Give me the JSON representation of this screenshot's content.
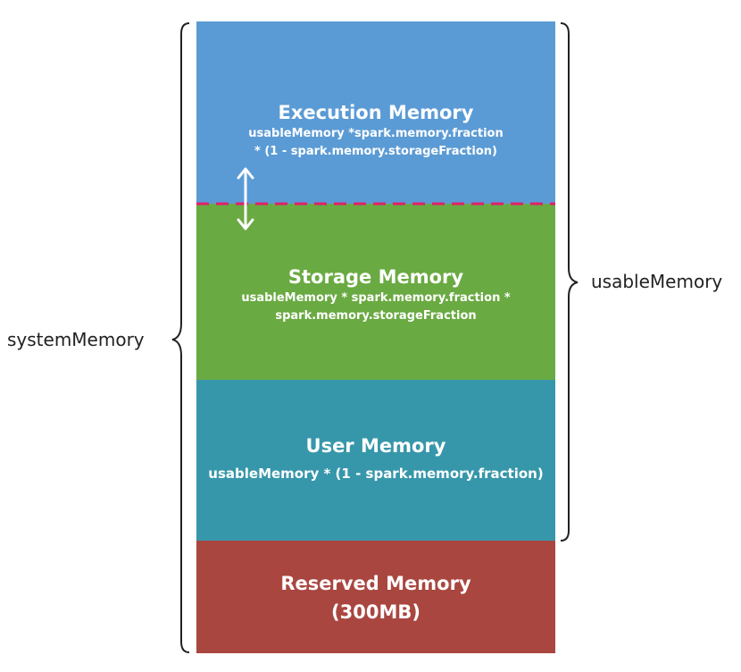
{
  "blocks": {
    "execution": {
      "title": "Execution Memory",
      "formula_line1": "usableMemory *spark.memory.fraction",
      "formula_line2": "* (1 - spark.memory.storageFraction)",
      "color": "#5b9bd5"
    },
    "storage": {
      "title": "Storage Memory",
      "formula_line1": "usableMemory * spark.memory.fraction *",
      "formula_line2": "spark.memory.storageFraction",
      "color": "#6aaa42"
    },
    "user": {
      "title": "User Memory",
      "formula": "usableMemory * (1 - spark.memory.fraction)",
      "color": "#3797aa"
    },
    "reserved": {
      "title": "Reserved Memory",
      "subtitle": "(300MB)",
      "color": "#a94640"
    }
  },
  "labels": {
    "system_memory": "systemMemory",
    "usable_memory": "usableMemory"
  },
  "boundary": {
    "style": "dashed",
    "color": "#e0206a"
  },
  "icons": {
    "boundary_arrow": "double-headed-vertical-arrow-icon",
    "system_brace": "left-curly-brace-icon",
    "usable_brace": "right-curly-brace-icon"
  }
}
